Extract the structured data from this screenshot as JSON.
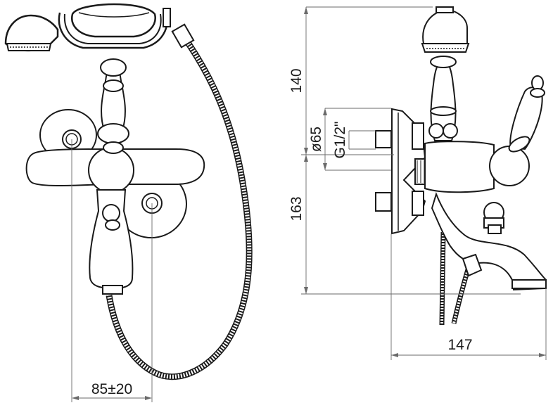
{
  "dimensions": {
    "bottom_width": "85±20",
    "height_top": "140",
    "height_bottom": "163",
    "diameter": "ø65",
    "thread": "G1/2\"",
    "side_length": "147"
  },
  "colors": {
    "line": "#1a1a1a",
    "dimension_line": "#6a6a6a",
    "background": "#ffffff"
  }
}
